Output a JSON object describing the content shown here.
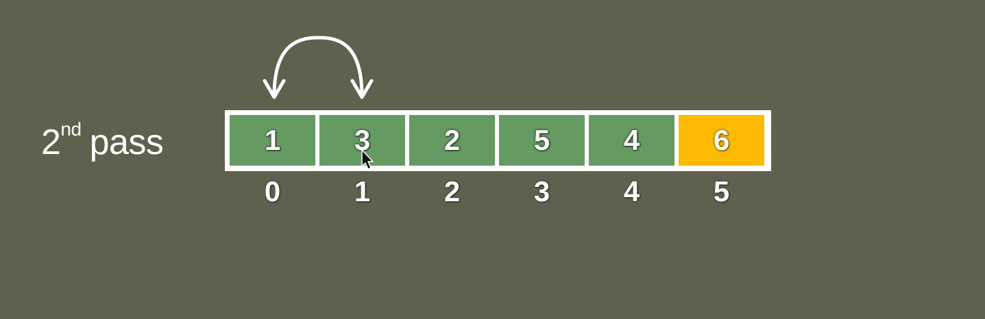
{
  "label": {
    "number": "2",
    "suffix": "nd",
    "word": "pass"
  },
  "array": {
    "cells": [
      {
        "value": "1",
        "state": "unsorted"
      },
      {
        "value": "3",
        "state": "unsorted"
      },
      {
        "value": "2",
        "state": "unsorted"
      },
      {
        "value": "5",
        "state": "unsorted"
      },
      {
        "value": "4",
        "state": "unsorted"
      },
      {
        "value": "6",
        "state": "sorted"
      }
    ],
    "indices": [
      "0",
      "1",
      "2",
      "3",
      "4",
      "5"
    ]
  },
  "swap_arrow": {
    "from_index": 0,
    "to_index": 1
  },
  "colors": {
    "background": "#5f614f",
    "unsorted": "#659a62",
    "sorted": "#fcba03",
    "frame": "#ffffff",
    "text": "#ffffff"
  },
  "cursor": {
    "icon": "mouse-pointer-icon",
    "over_index": 1
  }
}
